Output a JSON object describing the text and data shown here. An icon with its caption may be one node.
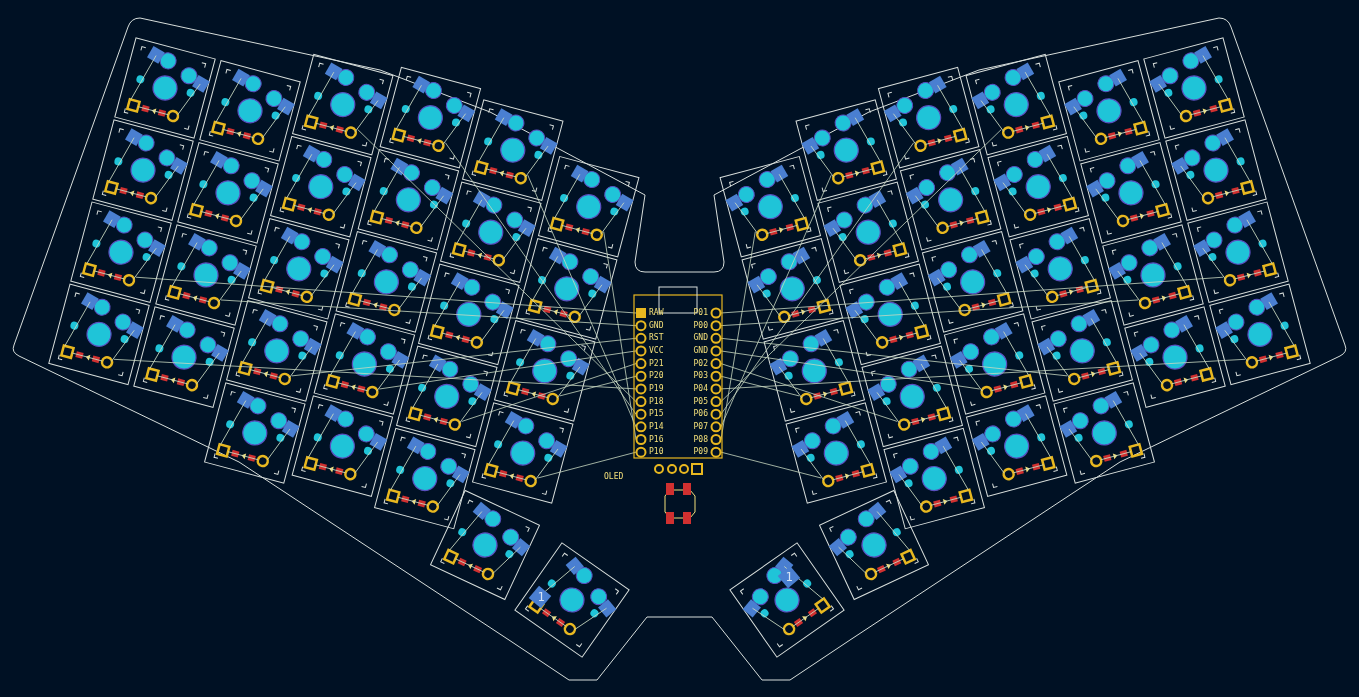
{
  "diagram": {
    "labels": [
      "RAW",
      "GND",
      "RST",
      "VCC",
      "P21",
      "P20",
      "P19",
      "P18",
      "P15",
      "P14",
      "P16",
      "P10",
      "P01",
      "P00",
      "GND",
      "GND",
      "P02",
      "P03",
      "P04",
      "P05",
      "P06",
      "P07",
      "P08",
      "P09",
      "OLED",
      "1",
      "1"
    ]
  }
}
